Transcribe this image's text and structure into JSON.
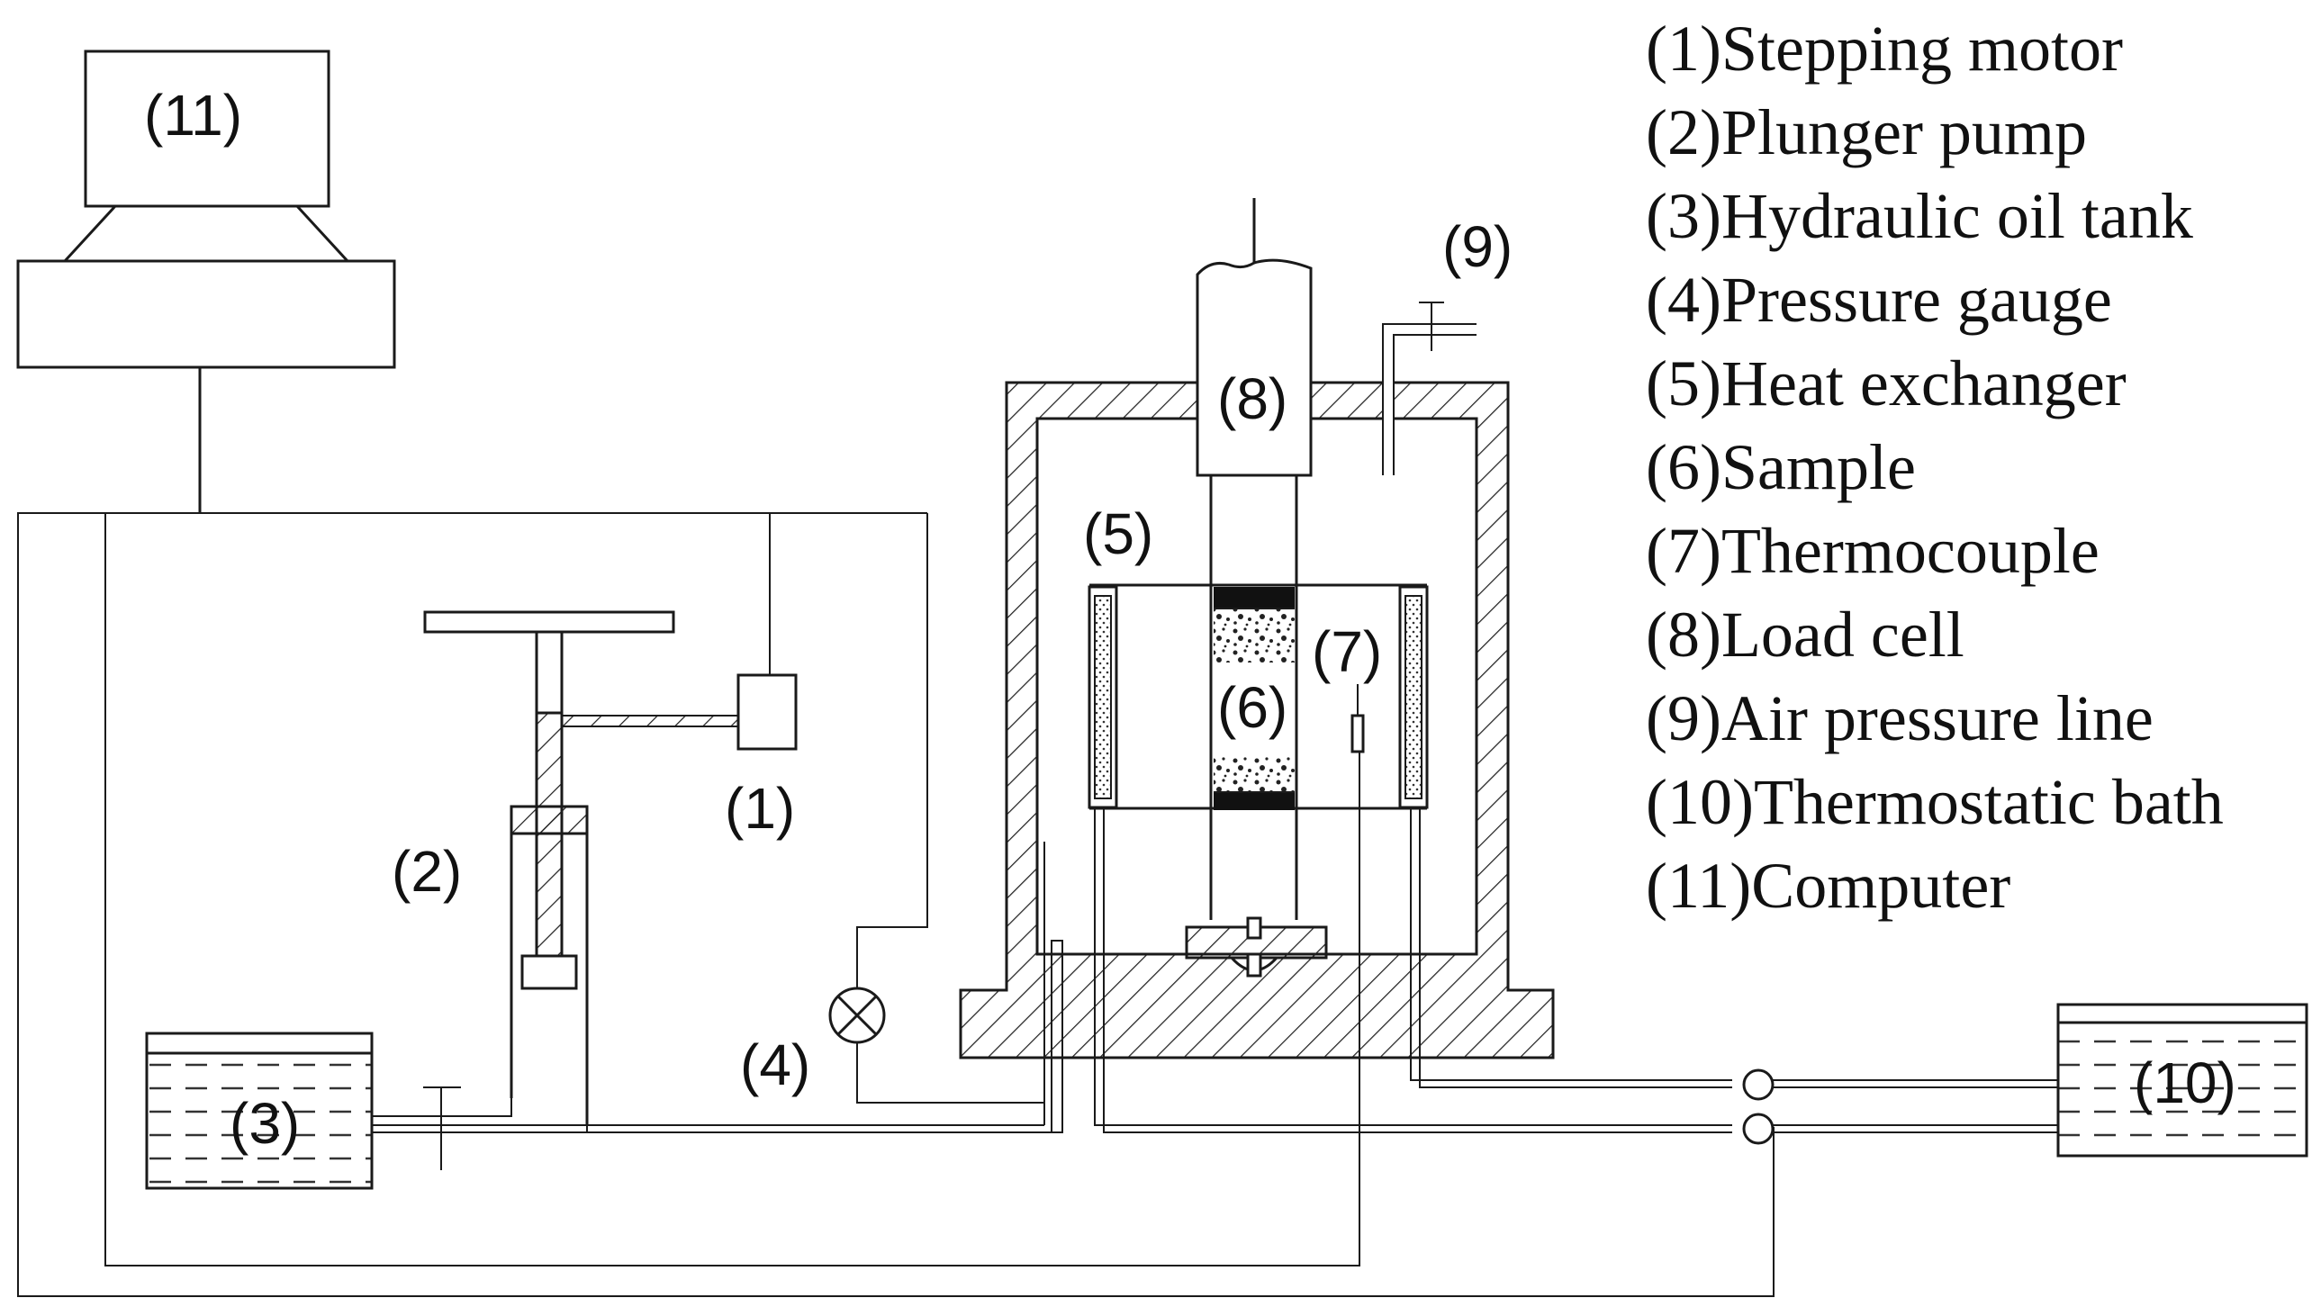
{
  "labels": {
    "l1": "(1)",
    "l2": "(2)",
    "l3": "(3)",
    "l4": "(4)",
    "l5": "(5)",
    "l6": "(6)",
    "l7": "(7)",
    "l8": "(8)",
    "l9": "(9)",
    "l10": "(10)",
    "l11": "(11)"
  },
  "legend": [
    "(1)Stepping motor",
    "(2)Plunger pump",
    "(3)Hydraulic oil tank",
    "(4)Pressure gauge",
    "(5)Heat exchanger",
    "(6)Sample",
    "(7)Thermocouple",
    "(8)Load cell",
    "(9)Air pressure line",
    "(10)Thermostatic bath",
    "(11)Computer"
  ]
}
